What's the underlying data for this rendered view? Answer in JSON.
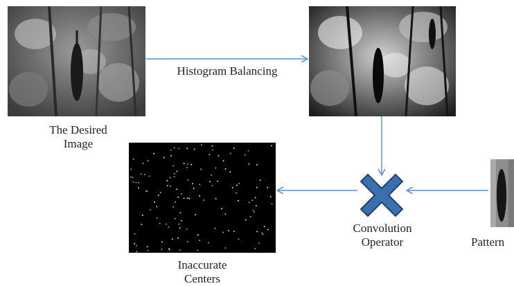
{
  "nodes": {
    "desired_image": {
      "caption_line1": "The Desired",
      "caption_line2": "Image"
    },
    "balanced_image": {
      "caption": ""
    },
    "pattern": {
      "caption": "Pattern"
    },
    "convolution": {
      "caption_line1": "Convolution",
      "caption_line2": "Operator",
      "icon": "x-cross-icon",
      "icon_fill": "#3a6fb0",
      "icon_stroke": "#1f3f6e"
    },
    "result": {
      "caption_line1": "Inaccurate",
      "caption_line2": "Centers"
    }
  },
  "edges": {
    "histogram_label": "Histogram Balancing"
  },
  "colors": {
    "arrow": "#5b8fc8",
    "text": "#222222"
  }
}
